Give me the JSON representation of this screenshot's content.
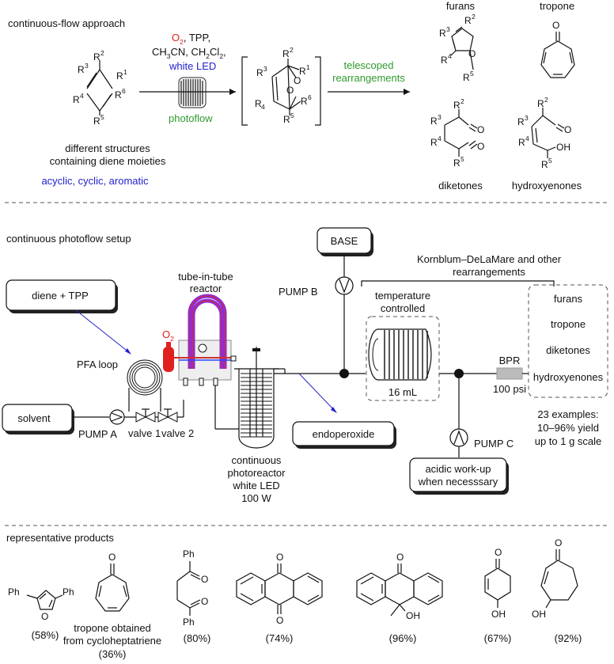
{
  "top": {
    "heading": "continuous-flow approach",
    "reagents": {
      "o2": "O",
      "o2_sub": "2",
      "rest_line1": ", TPP,",
      "line2a": "CH",
      "line2a_sub": "3",
      "line2b": "CN, CH",
      "line2b_sub": "2",
      "line2c": "Cl",
      "line2c_sub": "2",
      "line2d": ",",
      "led": "white LED",
      "photoflow": "photoflow"
    },
    "diene_caption_1": "different structures",
    "diene_caption_2": "containing diene moieties",
    "diene_types": "acyclic, cyclic, aromatic",
    "telescoped_1": "telescoped",
    "telescoped_2": "rearrangements",
    "products": {
      "furans": "furans",
      "tropone": "tropone",
      "diketones": "diketones",
      "hydroxyenones": "hydroxyenones"
    },
    "atoms": {
      "R1": "R",
      "R1n": "1",
      "R2": "R",
      "R2n": "2",
      "R3": "R",
      "R3n": "3",
      "R4": "R",
      "R4n": "4",
      "R5": "R",
      "R5n": "5",
      "R6": "R",
      "R6n": "6",
      "O": "O",
      "OH": "OH"
    }
  },
  "setup": {
    "heading": "continuous photoflow setup",
    "base": "BASE",
    "diene_tpp": "diene + TPP",
    "solvent": "solvent",
    "pump_a": "PUMP A",
    "pump_b": "PUMP B",
    "pump_c": "PUMP C",
    "pfa_loop": "PFA loop",
    "valve1": "valve 1",
    "valve2": "valve 2",
    "tube_in_tube_1": "tube-in-tube",
    "tube_in_tube_2": "reactor",
    "o2": "O",
    "o2_sub": "2",
    "photoreactor_1": "continuous",
    "photoreactor_2": "photoreactor",
    "photoreactor_3": "white LED",
    "photoreactor_4": "100 W",
    "endoperoxide": "endoperoxide",
    "kdm_1": "Kornblum–DeLaMare and other",
    "kdm_2": "rearrangements",
    "temp_1": "temperature",
    "temp_2": "controlled",
    "volume": "16 mL",
    "bpr": "BPR",
    "bpr_pressure": "100 psi",
    "outputs": [
      "furans",
      "tropone",
      "diketones",
      "hydroxyenones"
    ],
    "summary": [
      "23 examples:",
      "10–96% yield",
      "up to 1 g scale"
    ],
    "acidic_1": "acidic work-up",
    "acidic_2": "when necesssary"
  },
  "representative": {
    "heading": "representative products",
    "ph": "Ph",
    "o": "O",
    "oh": "OH",
    "tropone_note_1": "tropone obtained",
    "tropone_note_2": "from cycloheptatriene",
    "yields": [
      "(58%)",
      "(36%)",
      "(80%)",
      "(74%)",
      "(96%)",
      "(67%)",
      "(92%)"
    ]
  },
  "colors": {
    "red": "#e02020",
    "blue": "#2222cc",
    "green": "#2e9a2e",
    "tube_purple": "#8a2be2"
  }
}
